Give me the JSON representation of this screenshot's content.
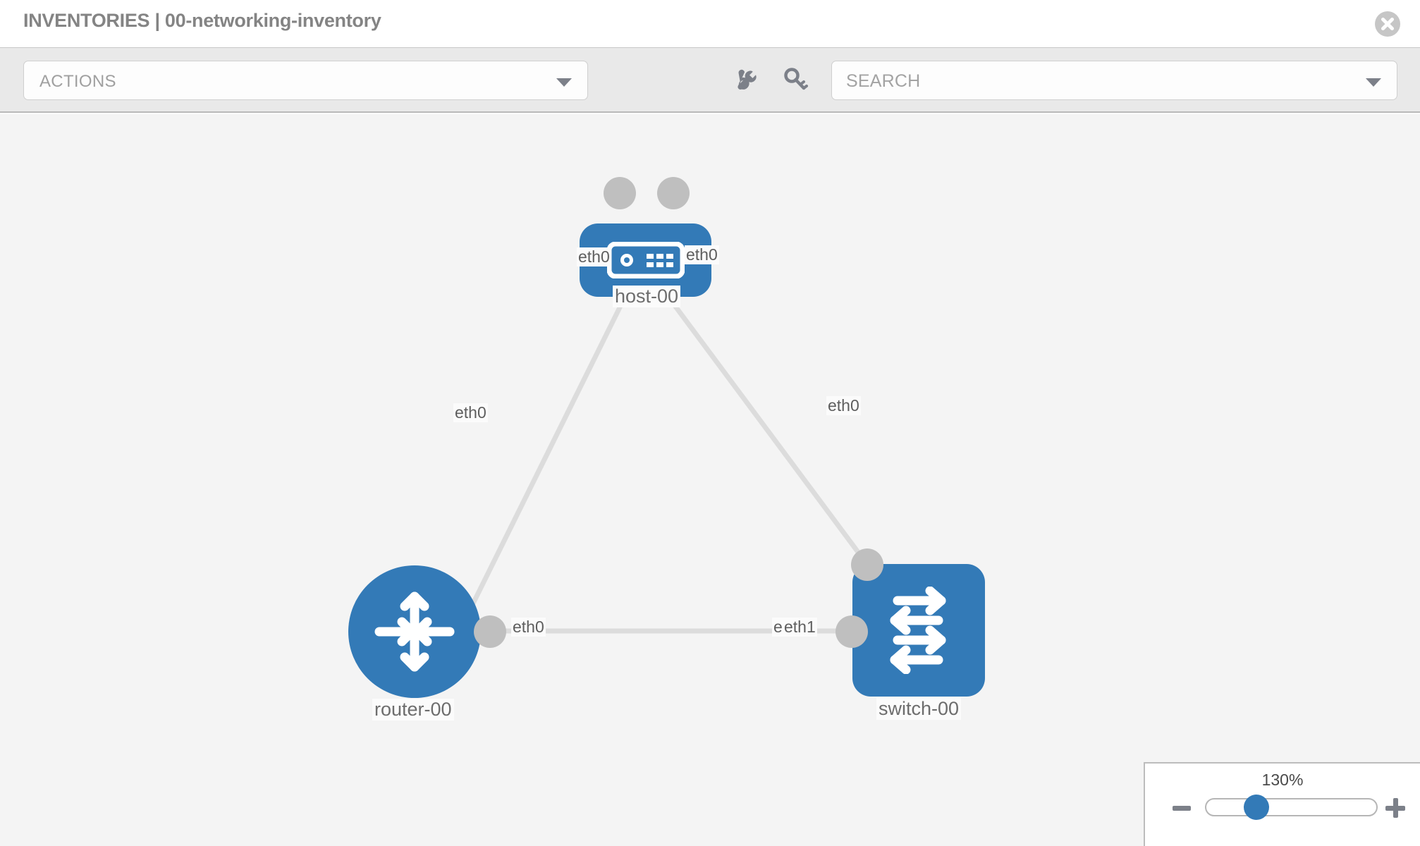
{
  "header": {
    "title": "INVENTORIES | 00-networking-inventory",
    "close_icon": "close-circle-icon"
  },
  "toolbar": {
    "actions_label": "ACTIONS",
    "actions_caret_icon": "chevron-down-icon",
    "wrench_icon": "wrench-icon",
    "key_icon": "key-icon",
    "search_placeholder": "SEARCH",
    "search_caret_icon": "chevron-down-icon"
  },
  "topology": {
    "nodes": [
      {
        "id": "host-00",
        "label": "host-00",
        "type": "host",
        "icon": "server-appliance-icon",
        "color": "#337ab7"
      },
      {
        "id": "router-00",
        "label": "router-00",
        "type": "router",
        "icon": "router-four-arrows-icon",
        "color": "#337ab7"
      },
      {
        "id": "switch-00",
        "label": "switch-00",
        "type": "switch",
        "icon": "switch-bidirectional-arrows-icon",
        "color": "#337ab7"
      }
    ],
    "interfaces": [
      {
        "id": "if-host-left",
        "label": "eth0",
        "node": "host-00"
      },
      {
        "id": "if-host-right",
        "label": "eth0",
        "node": "host-00"
      },
      {
        "id": "if-router-up",
        "label": "eth0",
        "node": "router-00"
      },
      {
        "id": "if-router-right",
        "label": "eth0",
        "node": "router-00"
      },
      {
        "id": "if-switch-up",
        "label": "eth0",
        "node": "switch-00"
      },
      {
        "id": "if-switch-left-hidden",
        "label": "eth0",
        "node": "switch-00"
      },
      {
        "id": "if-switch-left",
        "label": "eth1",
        "node": "switch-00"
      }
    ],
    "links": [
      {
        "from": "host-00",
        "to": "router-00",
        "from_iface": "eth0",
        "to_iface": "eth0"
      },
      {
        "from": "host-00",
        "to": "switch-00",
        "from_iface": "eth0",
        "to_iface": "eth0"
      },
      {
        "from": "router-00",
        "to": "switch-00",
        "from_iface": "eth0",
        "to_iface": "eth1"
      }
    ],
    "link_color": "#dcdcdc",
    "interface_stub_color": "#bfbfbf"
  },
  "zoom_control": {
    "percent": "130%",
    "minus_icon": "minus-icon",
    "plus_icon": "plus-icon",
    "slider_value": 130
  }
}
